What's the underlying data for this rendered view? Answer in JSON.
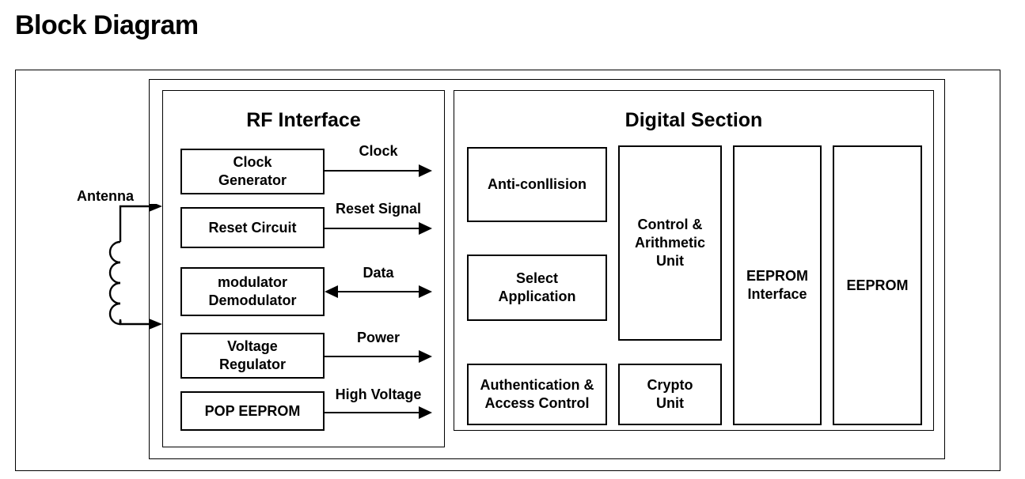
{
  "page": {
    "title": "Block Diagram",
    "background_color": "#ffffff",
    "line_color": "#000000",
    "text_color": "#000000"
  },
  "diagram": {
    "antenna": {
      "label": "Antenna",
      "symbol": "coil-inductor",
      "coil_turns": 4,
      "connections": [
        {
          "name": "antenna-top-feed",
          "direction": "right"
        },
        {
          "name": "antenna-bottom-feed",
          "direction": "right"
        }
      ]
    },
    "sections": [
      {
        "id": "rf-interface",
        "title": "RF Interface",
        "blocks": [
          {
            "id": "clock-generator",
            "lines": [
              "Clock",
              "Generator"
            ]
          },
          {
            "id": "reset-circuit",
            "lines": [
              "Reset Circuit"
            ]
          },
          {
            "id": "modulator-demodulator",
            "lines": [
              "modulator",
              "Demodulator"
            ]
          },
          {
            "id": "voltage-regulator",
            "lines": [
              "Voltage",
              "Regulator"
            ]
          },
          {
            "id": "pop-eeprom",
            "lines": [
              "POP EEPROM"
            ]
          }
        ]
      },
      {
        "id": "digital-section",
        "title": "Digital Section",
        "blocks": [
          {
            "id": "anti-collision",
            "lines": [
              "Anti-conllision"
            ]
          },
          {
            "id": "select-application",
            "lines": [
              "Select",
              "Application"
            ]
          },
          {
            "id": "authentication-access-control",
            "lines": [
              "Authentication &",
              "Access Control"
            ]
          },
          {
            "id": "control-arithmetic-unit",
            "lines": [
              "Control &",
              "Arithmetic",
              "Unit"
            ]
          },
          {
            "id": "crypto-unit",
            "lines": [
              "Crypto",
              "Unit"
            ]
          },
          {
            "id": "eeprom-interface",
            "lines": [
              "EEPROM",
              "Interface"
            ]
          },
          {
            "id": "eeprom",
            "lines": [
              "EEPROM"
            ]
          }
        ]
      }
    ],
    "signals": [
      {
        "id": "clock",
        "label": "Clock",
        "direction": "right",
        "from": "clock-generator"
      },
      {
        "id": "reset-signal",
        "label": "Reset Signal",
        "direction": "right",
        "from": "reset-circuit"
      },
      {
        "id": "data",
        "label": "Data",
        "direction": "bidirectional",
        "from": "modulator-demodulator"
      },
      {
        "id": "power",
        "label": "Power",
        "direction": "right",
        "from": "voltage-regulator"
      },
      {
        "id": "high-voltage",
        "label": "High Voltage",
        "direction": "right",
        "from": "pop-eeprom"
      }
    ]
  }
}
